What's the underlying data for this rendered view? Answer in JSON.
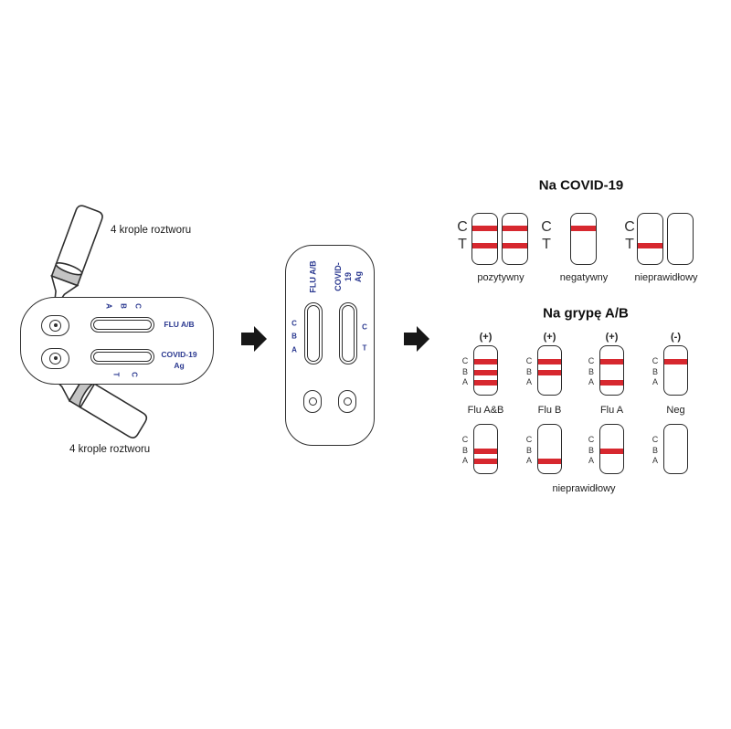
{
  "colors": {
    "line_red": "#d7282f",
    "label_blue": "#2b3990",
    "outline_dark": "#2f2f2f"
  },
  "left": {
    "drops_label_top": "4 krople roztworu",
    "drops_label_bottom": "4 krople roztworu",
    "cassette": {
      "flu_label": "FLU A/B",
      "covid_label_line1": "COVID-19",
      "covid_label_line2": "Ag",
      "top_letters": [
        "A",
        "B",
        "C"
      ],
      "bottom_letters": [
        "T",
        "C"
      ]
    }
  },
  "middle": {
    "flu_label": "FLU A/B",
    "covid_label_line1": "COVID-19",
    "covid_label_line2": "Ag",
    "left_letters": [
      "C",
      "B",
      "A"
    ],
    "right_letters": [
      "C",
      "T"
    ]
  },
  "covid_results": {
    "title": "Na COVID-19",
    "row_letters": [
      "C",
      "T"
    ],
    "groups": [
      {
        "label": "pozytywny",
        "strips": [
          {
            "lines": [
              "C",
              "T"
            ]
          },
          {
            "lines": [
              "C",
              "T"
            ]
          }
        ]
      },
      {
        "label": "negatywny",
        "strips": [
          {
            "lines": [
              "C"
            ]
          }
        ]
      },
      {
        "label": "nieprawidłowy",
        "strips": [
          {
            "lines": [
              "T"
            ]
          },
          {
            "lines": []
          }
        ]
      }
    ]
  },
  "flu_results": {
    "title": "Na grypę A/B",
    "letters": [
      "C",
      "B",
      "A"
    ],
    "row1": [
      {
        "sign": "(+)",
        "label": "Flu A&B",
        "lines": [
          "C",
          "B",
          "A"
        ]
      },
      {
        "sign": "(+)",
        "label": "Flu B",
        "lines": [
          "C",
          "B"
        ]
      },
      {
        "sign": "(+)",
        "label": "Flu A",
        "lines": [
          "C",
          "A"
        ]
      },
      {
        "sign": "(-)",
        "label": "Neg",
        "lines": [
          "C"
        ]
      }
    ],
    "row2": [
      {
        "lines": [
          "B",
          "A"
        ]
      },
      {
        "lines": [
          "A"
        ]
      },
      {
        "lines": [
          "B"
        ]
      },
      {
        "lines": []
      }
    ],
    "row2_label": "nieprawidłowy"
  }
}
